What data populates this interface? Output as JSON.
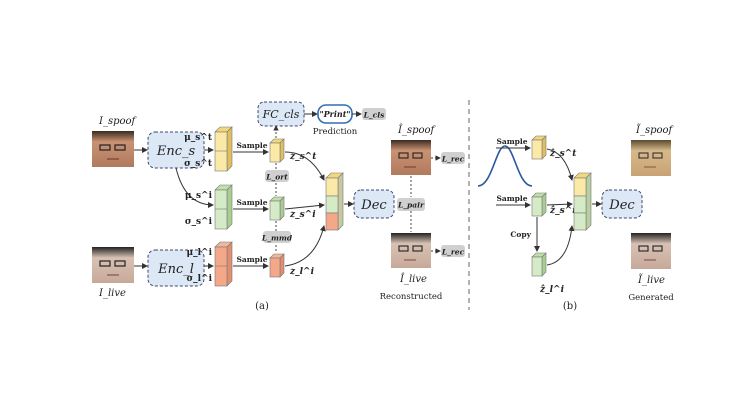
{
  "panel_a": {
    "caption": "(a)",
    "inputs": {
      "spoof_label": "I_spoof",
      "live_label": "I_live"
    },
    "encoders": {
      "spoof": "Enc_s",
      "live": "Enc_l"
    },
    "classifier": {
      "label": "FC_cls",
      "output": "\"Print\"",
      "prediction_note": "Prediction",
      "loss": "L_cls"
    },
    "latent_labels": {
      "mu_s_t": "μ_s^t",
      "sigma_s_t": "σ_s^t",
      "mu_s_i": "μ_s^i",
      "sigma_s_i": "σ_s^i",
      "mu_l_i": "μ_l^i",
      "sigma_l_i": "σ_l^i"
    },
    "sample_labels": [
      "Sample",
      "Sample",
      "Sample"
    ],
    "z_labels": {
      "z_s_t": "z_s^t",
      "z_s_i": "z_s^i",
      "z_l_i": "z_l^i"
    },
    "losses": {
      "ort": "L_ort",
      "mmd": "L_mmd",
      "rec_top": "L_rec",
      "pair": "L_pair",
      "rec_bottom": "L_rec"
    },
    "decoder": "Dec",
    "recon": {
      "spoof_label": "Î_spoof",
      "live_label": "Î_live",
      "note": "Reconstructed"
    }
  },
  "panel_b": {
    "caption": "(b)",
    "sample_labels": [
      "Sample",
      "Sample"
    ],
    "copy_label": "Copy",
    "z_labels": {
      "z_s_t": "ẑ_s^t",
      "z_s_i": "ẑ_s^i",
      "z_l_i": "ẑ_l^i"
    },
    "decoder": "Dec",
    "generated": {
      "spoof_label": "Ĩ_spoof",
      "live_label": "Ĩ_live",
      "note": "Generated"
    }
  },
  "colors": {
    "yellow": "#fbe9a8",
    "green": "#d5ebc7",
    "orange": "#f4a889",
    "encoder_fill": "#dce8f5",
    "loss_fill": "#d0d0d0",
    "print_stroke": "#2f6fb5"
  }
}
